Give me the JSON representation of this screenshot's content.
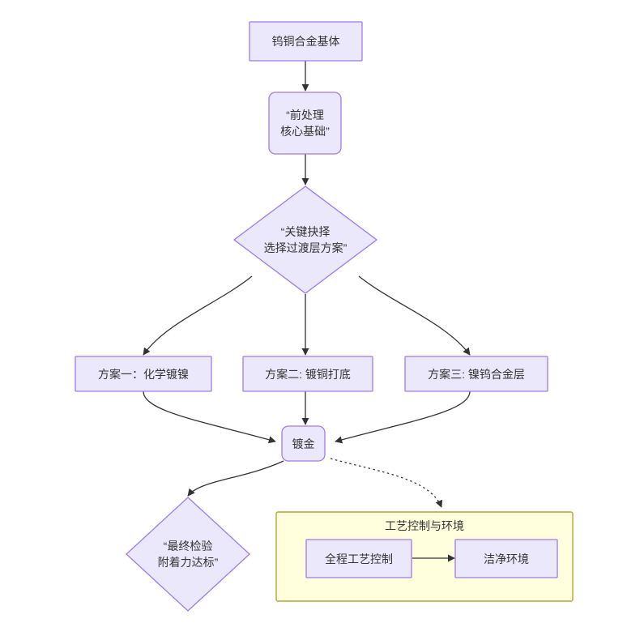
{
  "diagram": {
    "type": "flowchart",
    "direction": "top-down",
    "background": "#ffffff",
    "node_fill": "#ece8fb",
    "node_stroke": "#9f7aea",
    "subgraph_fill": "#ffffde",
    "subgraph_stroke": "#aaaa33",
    "edge_color": "#333333",
    "text_color": "#333333"
  },
  "nodes": {
    "substrate": {
      "label": "钨铜合金基体",
      "shape": "rect"
    },
    "pretreatment": {
      "label": "“前处理\n核心基础”",
      "shape": "rounded-rect"
    },
    "decision": {
      "label": "“关键抉择\n选择过渡层方案”",
      "shape": "diamond"
    },
    "option1": {
      "label": "方案一：化学镀镍",
      "shape": "rect"
    },
    "option2": {
      "label": "方案二: 镀铜打底",
      "shape": "rect"
    },
    "option3": {
      "label": "方案三: 镍钨合金层",
      "shape": "rect"
    },
    "gold": {
      "label": "镀金",
      "shape": "rounded-rect"
    },
    "final": {
      "label": "“最终检验\n附着力达标”",
      "shape": "diamond"
    },
    "process_control": {
      "label": "全程工艺控制",
      "shape": "rect"
    },
    "clean_env": {
      "label": "洁净环境",
      "shape": "rect"
    }
  },
  "subgraph": {
    "title": "工艺控制与环境"
  },
  "edges": [
    {
      "from": "substrate",
      "to": "pretreatment",
      "style": "solid"
    },
    {
      "from": "pretreatment",
      "to": "decision",
      "style": "solid"
    },
    {
      "from": "decision",
      "to": "option1",
      "style": "solid"
    },
    {
      "from": "decision",
      "to": "option2",
      "style": "solid"
    },
    {
      "from": "decision",
      "to": "option3",
      "style": "solid"
    },
    {
      "from": "option1",
      "to": "gold",
      "style": "solid"
    },
    {
      "from": "option2",
      "to": "gold",
      "style": "solid"
    },
    {
      "from": "option3",
      "to": "gold",
      "style": "solid"
    },
    {
      "from": "gold",
      "to": "final",
      "style": "solid"
    },
    {
      "from": "gold",
      "to": "subgraph",
      "style": "dotted"
    },
    {
      "from": "process_control",
      "to": "clean_env",
      "style": "solid"
    }
  ]
}
